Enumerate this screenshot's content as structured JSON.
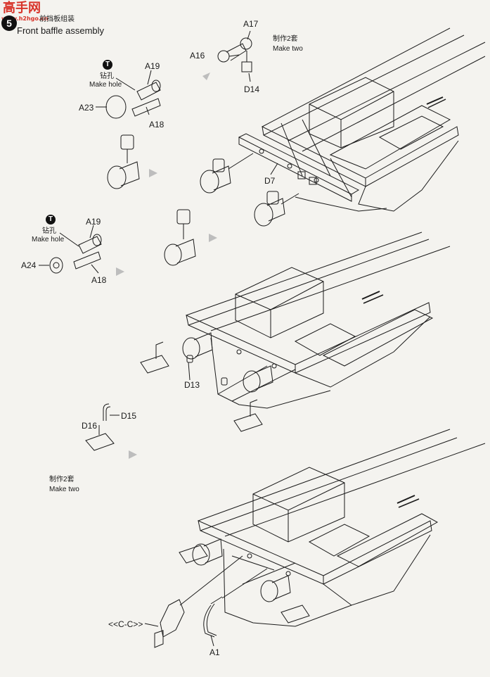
{
  "watermark": {
    "logo_text": "高手网",
    "url_text": "www.h2hgo.cn",
    "color": "#d8342a"
  },
  "header": {
    "step_number": "5",
    "title_cn": "前挡板组装",
    "title_en": "Front baffle assembly"
  },
  "callouts": {
    "drill_cn": "钻孔",
    "drill_en": "Make hole",
    "make_two_cn": "制作2套",
    "make_two_en": "Make two"
  },
  "parts": {
    "a17": "A17",
    "a16": "A16",
    "d14": "D14",
    "a19_top": "A19",
    "a23": "A23",
    "a18_top": "A18",
    "d7": "D7",
    "a19_mid": "A19",
    "a24": "A24",
    "a18_mid": "A18",
    "d13": "D13",
    "d15": "D15",
    "d16": "D16",
    "a1": "A1",
    "cc": "<<C-C>>"
  },
  "icons": {
    "drill_badge": "T",
    "arrow_color": "#bdbdbd"
  }
}
